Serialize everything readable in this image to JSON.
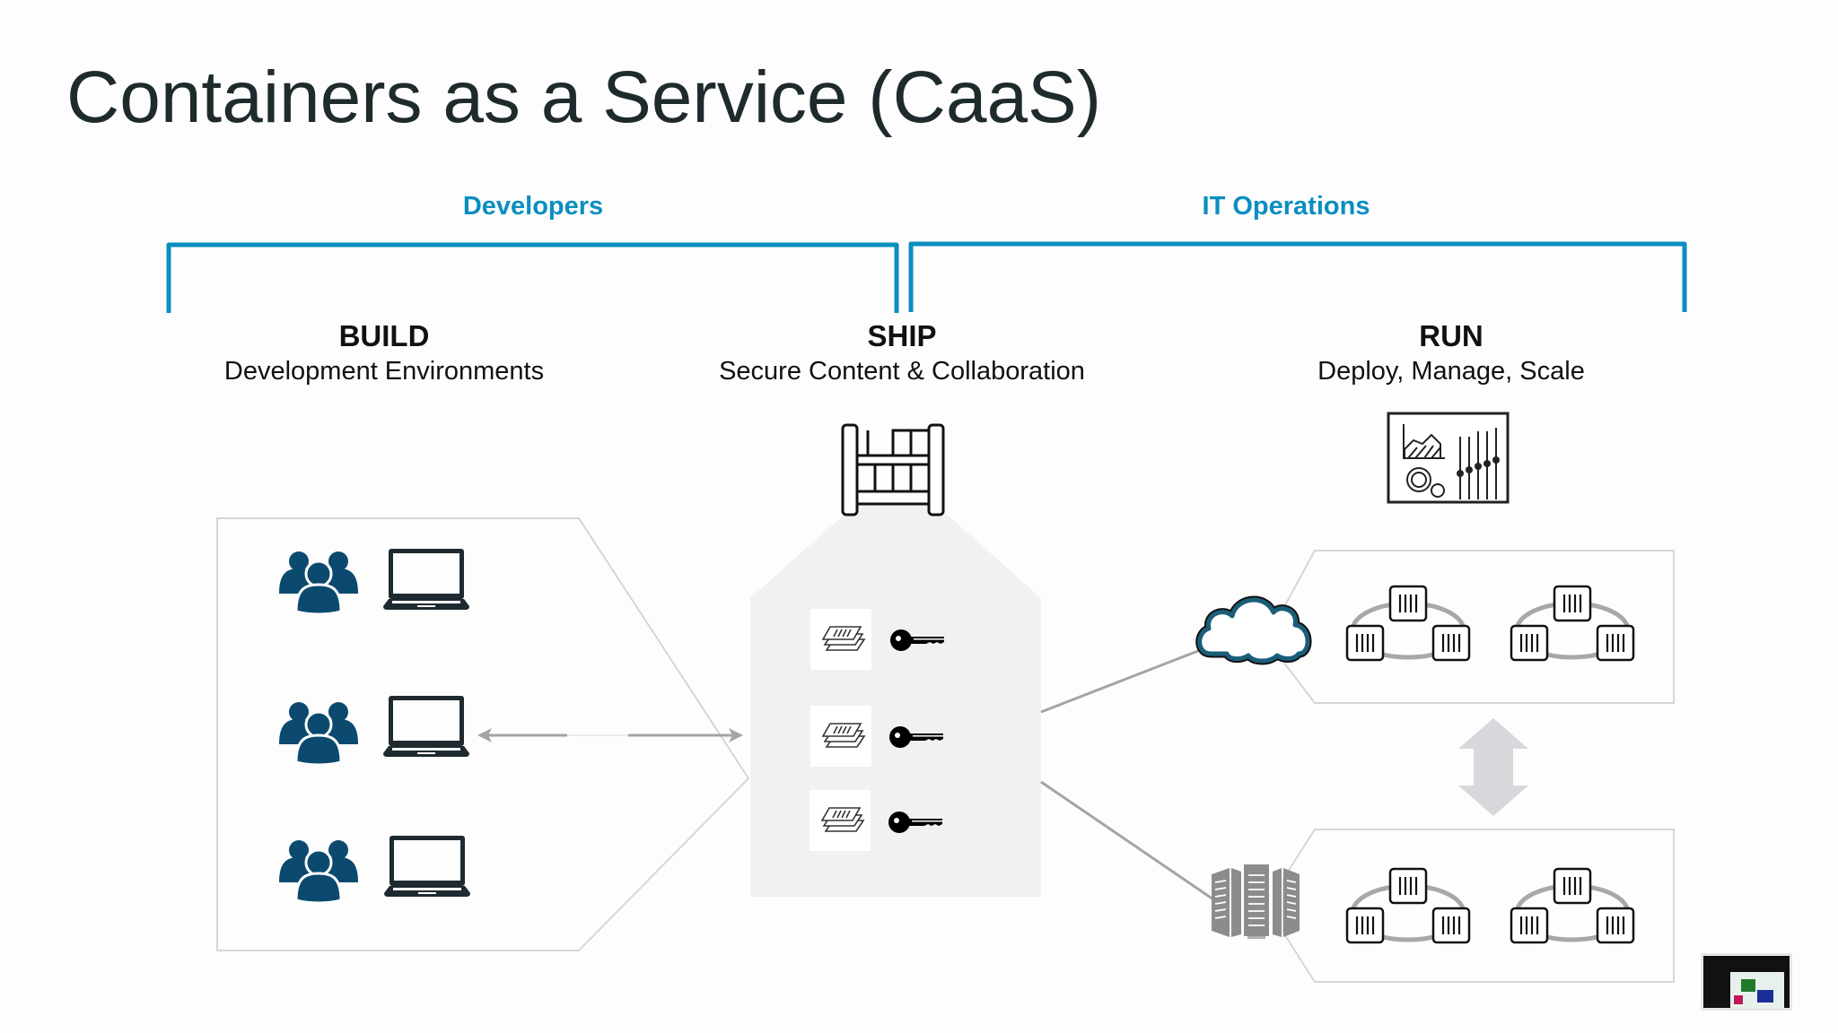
{
  "title": "Containers as a Service (CaaS)",
  "groups": {
    "developers": "Developers",
    "it_operations": "IT Operations"
  },
  "stages": {
    "build": {
      "title": "BUILD",
      "subtitle": "Development Environments"
    },
    "ship": {
      "title": "SHIP",
      "subtitle": "Secure Content & Collaboration"
    },
    "run": {
      "title": "RUN",
      "subtitle": "Deploy, Manage, Scale"
    }
  },
  "icons": {
    "build_rows": [
      "users-icon",
      "laptop-icon"
    ],
    "ship_header": "registry-icon",
    "ship_rows": [
      "image-layers-icon",
      "key-icon"
    ],
    "run_header": "dashboard-icon",
    "run_targets": [
      "cloud-icon",
      "datacenter-servers-icon"
    ],
    "cluster": "container-cluster-icon",
    "scale": "up-down-arrow-icon"
  },
  "colors": {
    "accent": "#0a8ebf",
    "title": "#1e2a2c",
    "users": "#0b4a6e",
    "laptop": "#1f2a30",
    "cloud": "#1b5e7a",
    "panel_border": "#d6d6d9",
    "ship_fill": "#f1f0f3",
    "connector": "#a4a4a8",
    "scale_arrow": "#d8d8dc",
    "servers": "#8c8c8f"
  }
}
